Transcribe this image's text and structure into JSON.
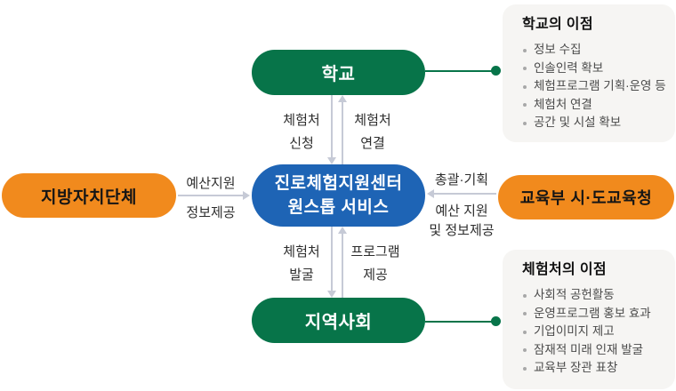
{
  "colors": {
    "green": "#077449",
    "blue": "#1e64b5",
    "orange": "#f18a1d",
    "arrow_gray": "#c6cad6",
    "panel_bg": "#f6f5f3",
    "text_dark": "#2d2d2d",
    "bullet_text": "#4a4a4a"
  },
  "nodes": {
    "center": {
      "line1": "진로체험지원센터",
      "line2": "원스톱 서비스"
    },
    "school": {
      "label": "학교"
    },
    "community": {
      "label": "지역사회"
    },
    "local_gov": {
      "label": "지방자치단체"
    },
    "ministry": {
      "label": "교육부 시·도교육청"
    }
  },
  "edges": {
    "school_to_center": [
      "체험처",
      "신청"
    ],
    "center_to_school": [
      "체험처",
      "연결"
    ],
    "center_to_community": [
      "체험처",
      "발굴"
    ],
    "community_to_center": [
      "프로그램",
      "제공"
    ],
    "local_gov_to_center": [
      "예산지원",
      "정보제공"
    ],
    "ministry_to_center": [
      "총괄·기획",
      "예산 지원",
      "및 정보제공"
    ]
  },
  "panels": {
    "school_benefits": {
      "title": "학교의 이점",
      "items": [
        "정보 수집",
        "인솔인력 확보",
        "체험프로그램 기획·운영 등",
        "체험처 연결",
        "공간 및 시설 확보"
      ]
    },
    "workplace_benefits": {
      "title": "체험처의 이점",
      "items": [
        "사회적 공헌활동",
        "운영프로그램 홍보 효과",
        "기업이미지 제고",
        "잠재적 미래 인재 발굴",
        "교육부 장관 표창"
      ]
    }
  }
}
